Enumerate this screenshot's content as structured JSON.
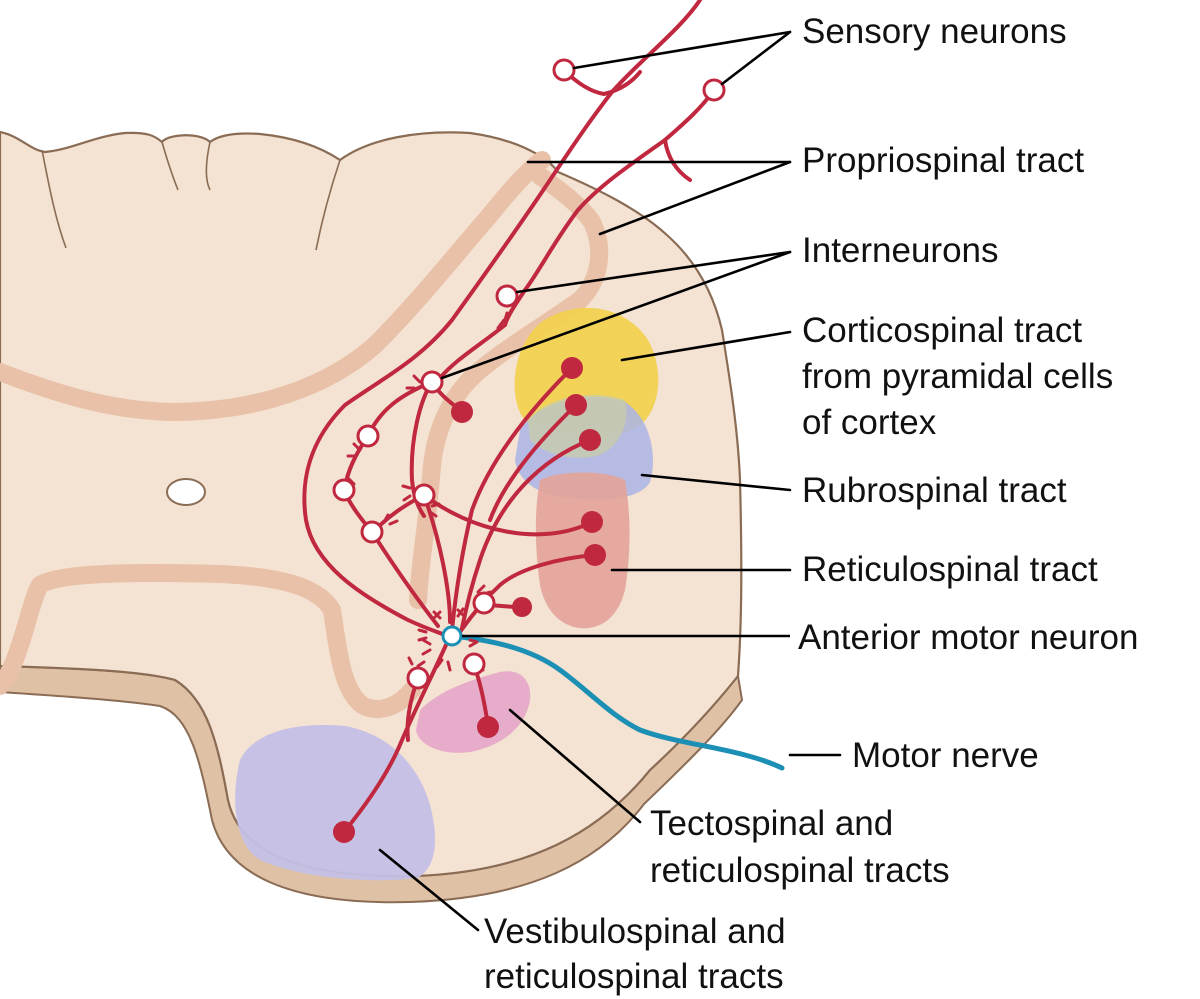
{
  "labels": {
    "sensory_neurons": "Sensory neurons",
    "propriospinal_tract": "Propriospinal tract",
    "interneurons": "Interneurons",
    "corticospinal_line1": "Corticospinal tract",
    "corticospinal_line2": "from pyramidal cells",
    "corticospinal_line3": "of cortex",
    "rubrospinal_tract": "Rubrospinal tract",
    "reticulospinal_tract": "Reticulospinal tract",
    "anterior_motor_neuron": "Anterior motor neuron",
    "motor_nerve": "Motor nerve",
    "tectospinal_line1": "Tectospinal and",
    "tectospinal_line2": "reticulospinal tracts",
    "vestibulospinal_line1": "Vestibulospinal and",
    "vestibulospinal_line2": "reticulospinal tracts"
  },
  "colors": {
    "cord_tissue": "#f4e2d2",
    "cord_outline": "#8a6c55",
    "cord_side": "#dfc2a6",
    "gray_matter_band": "#e8c1a8",
    "neuron": "#c0283f",
    "motor_nerve": "#1c8fb5",
    "corticospinal": "#f2d24a",
    "rubrospinal": "#aab4e6",
    "reticulospinal": "#e3a49a",
    "tectospinal": "#e6a6c8",
    "vestibulospinal": "#c4c0e6"
  }
}
